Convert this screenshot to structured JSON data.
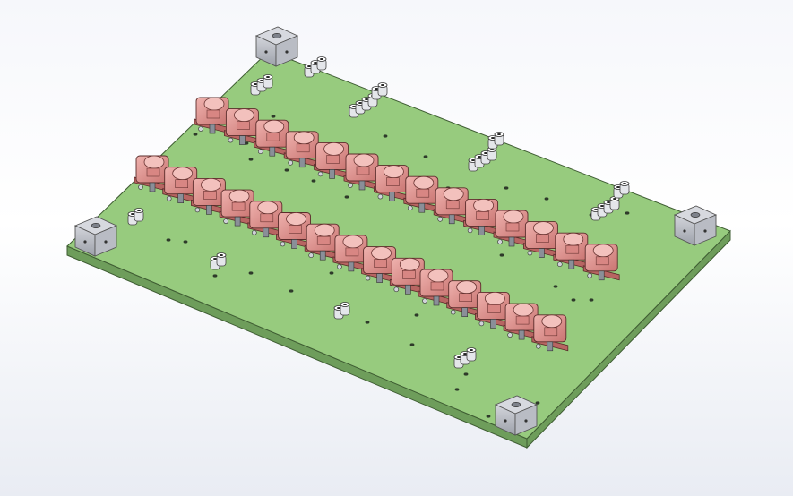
{
  "viewport": {
    "background_top": "#f6f7fb",
    "background_bottom": "#e9ecf3"
  },
  "model": {
    "plate": {
      "top_color": "#97cb7e",
      "side_color": "#6e9d5b",
      "edge_color": "#3f5d33"
    },
    "corner_blocks": {
      "count": 4,
      "color": "#b9bcc4",
      "icon": "standoff-block-icon"
    },
    "valve_rows": [
      {
        "row": "back",
        "count": 14,
        "color": "#d98f8c"
      },
      {
        "row": "front",
        "count": 15,
        "color": "#d98f8c"
      }
    ],
    "fittings": {
      "color": "#e4e6ea",
      "icon": "pneumatic-fitting-icon"
    },
    "mounting_holes": {
      "color": "#2e3a2a"
    }
  }
}
